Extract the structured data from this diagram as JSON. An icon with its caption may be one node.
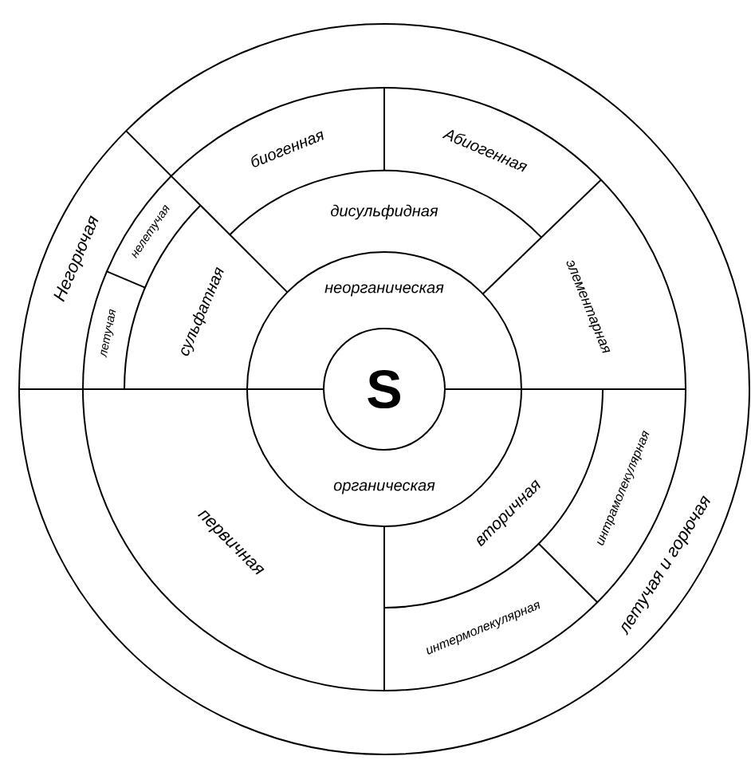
{
  "diagram": {
    "nodes": [
      {
        "text": [
          "S"
        ]
      },
      {
        "text": [
          "неорганическая"
        ]
      },
      {
        "text": [
          "органическая"
        ]
      },
      {
        "text": [
          "биогенная"
        ]
      },
      {
        "text": [
          "Абиогенная"
        ]
      },
      {
        "text": [
          "дисульфидная"
        ]
      },
      {
        "text": [
          "сульфатная"
        ]
      },
      {
        "text": [
          "элементарная"
        ]
      },
      {
        "text": [
          "Негорючая"
        ]
      },
      {
        "text": [
          "летучая"
        ]
      },
      {
        "text": [
          "нелетучая"
        ]
      },
      {
        "text": [
          "первичная"
        ]
      },
      {
        "text": [
          "вторичная"
        ]
      },
      {
        "text": [
          "интрамолекулярная"
        ]
      },
      {
        "text": [
          "интермолекулярная"
        ]
      },
      {
        "text": [
          "летучая и горючая"
        ]
      }
    ]
  }
}
